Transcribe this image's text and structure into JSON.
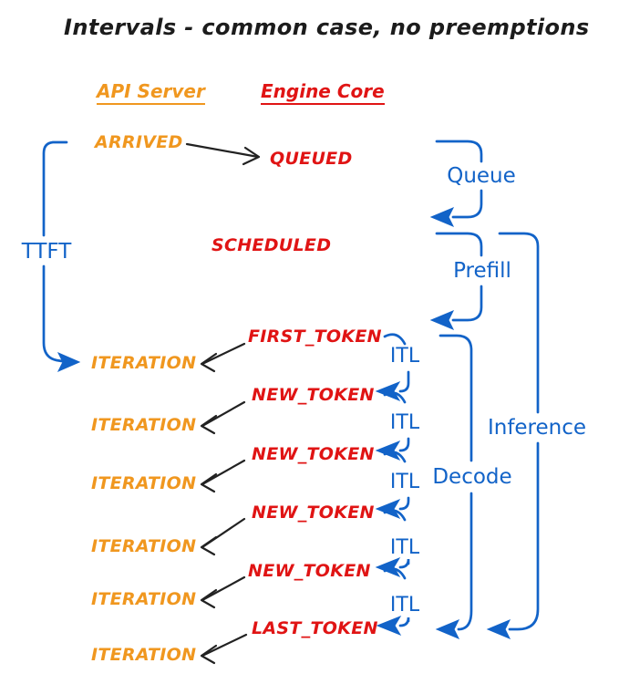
{
  "title": "Intervals - common case, no preemptions",
  "columns": {
    "api_server": "API Server",
    "engine_core": "Engine Core"
  },
  "api_server_events": {
    "arrived": "ARRIVED",
    "iterations": [
      "ITERATION",
      "ITERATION",
      "ITERATION",
      "ITERATION",
      "ITERATION",
      "ITERATION"
    ]
  },
  "engine_core_events": {
    "queued": "QUEUED",
    "scheduled": "SCHEDULED",
    "tokens": [
      "FIRST_TOKEN",
      "NEW_TOKEN",
      "NEW_TOKEN",
      "NEW_TOKEN",
      "NEW_TOKEN",
      "LAST_TOKEN"
    ]
  },
  "intervals": {
    "ttft": "TTFT",
    "queue": "Queue",
    "prefill": "Prefill",
    "inference": "Inference",
    "decode": "Decode",
    "itl": [
      "ITL",
      "ITL",
      "ITL",
      "ITL",
      "ITL"
    ]
  },
  "colors": {
    "api_server_orange": "#f0971f",
    "engine_core_red": "#e01414",
    "interval_blue": "#1263c8",
    "ink_black": "#222222"
  }
}
